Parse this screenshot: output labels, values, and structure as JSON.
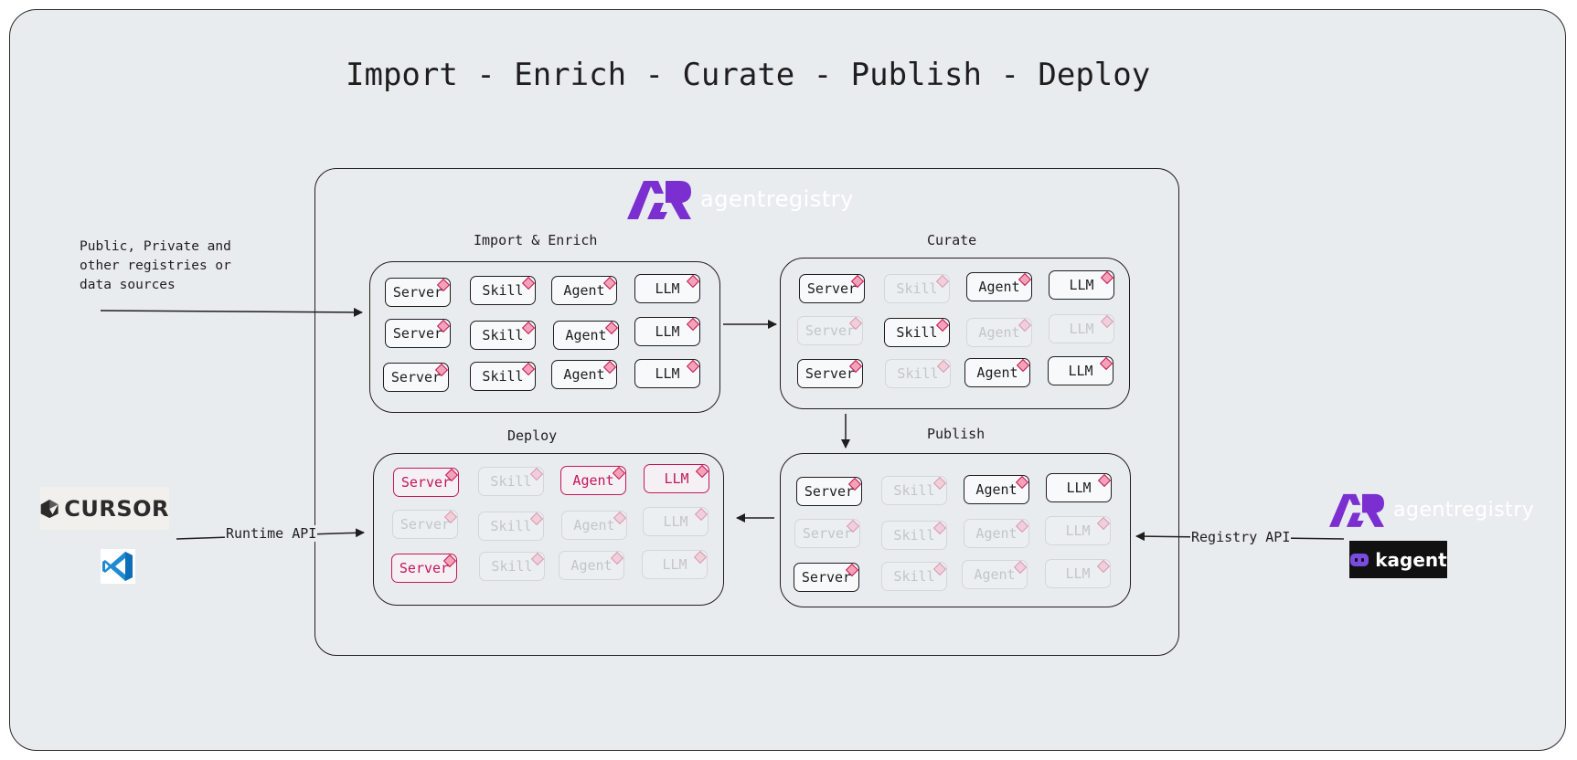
{
  "title": "Import - Enrich - Curate - Publish - Deploy",
  "brand": {
    "name": "agentregistry",
    "accent": "#7b2fd0"
  },
  "sources_text": "Public, Private and\nother registries or\ndata sources",
  "stages": {
    "import": {
      "label": "Import & Enrich"
    },
    "curate": {
      "label": "Curate"
    },
    "publish": {
      "label": "Publish"
    },
    "deploy": {
      "label": "Deploy"
    }
  },
  "item_types": [
    "Server",
    "Skill",
    "Agent",
    "LLM"
  ],
  "apis": {
    "runtime": "Runtime API",
    "registry": "Registry API"
  },
  "clients": {
    "cursor": "CURSOR",
    "vscode": "vscode-icon"
  },
  "registry_clients": {
    "kagent": "kagent"
  },
  "colors": {
    "deployed": "#c2185b",
    "gem": "#f4a3b7",
    "background": "#e9ecef"
  }
}
